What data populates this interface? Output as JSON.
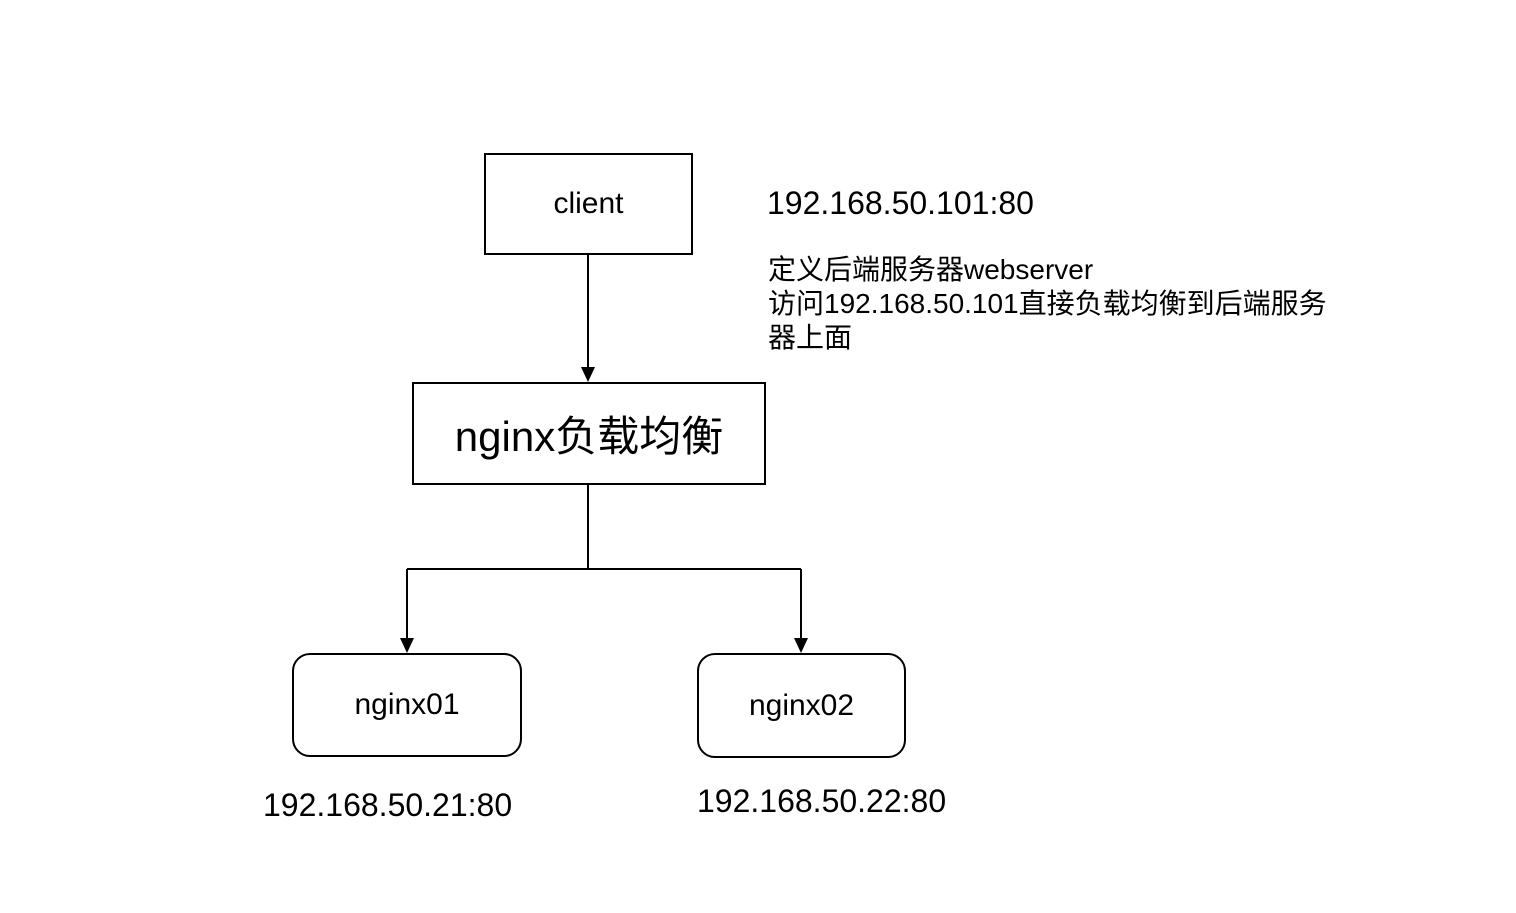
{
  "diagram": {
    "title_hint": "nginx load balancing topology",
    "nodes": {
      "client": {
        "label": "client",
        "shape": "rectangle"
      },
      "load_balancer": {
        "label": "nginx负载均衡",
        "shape": "rectangle"
      },
      "nginx01": {
        "label": "nginx01",
        "shape": "rounded-rectangle"
      },
      "nginx02": {
        "label": "nginx02",
        "shape": "rounded-rectangle"
      }
    },
    "annotations": {
      "vip_address": "192.168.50.101:80",
      "note_lines": [
        "定义后端服务器webserver",
        "访问192.168.50.101直接负载均衡到后端服务",
        "器上面"
      ],
      "nginx01_address": "192.168.50.21:80",
      "nginx02_address": "192.168.50.22:80"
    },
    "edges": [
      {
        "from": "client",
        "to": "load_balancer",
        "arrow": "filled-triangle"
      },
      {
        "from": "load_balancer",
        "to": "nginx01",
        "arrow": "filled-triangle"
      },
      {
        "from": "load_balancer",
        "to": "nginx02",
        "arrow": "filled-triangle"
      }
    ],
    "colors": {
      "line": "#000000",
      "box_fill": "#ffffff",
      "text": "#000000",
      "background": "#ffffff"
    }
  }
}
